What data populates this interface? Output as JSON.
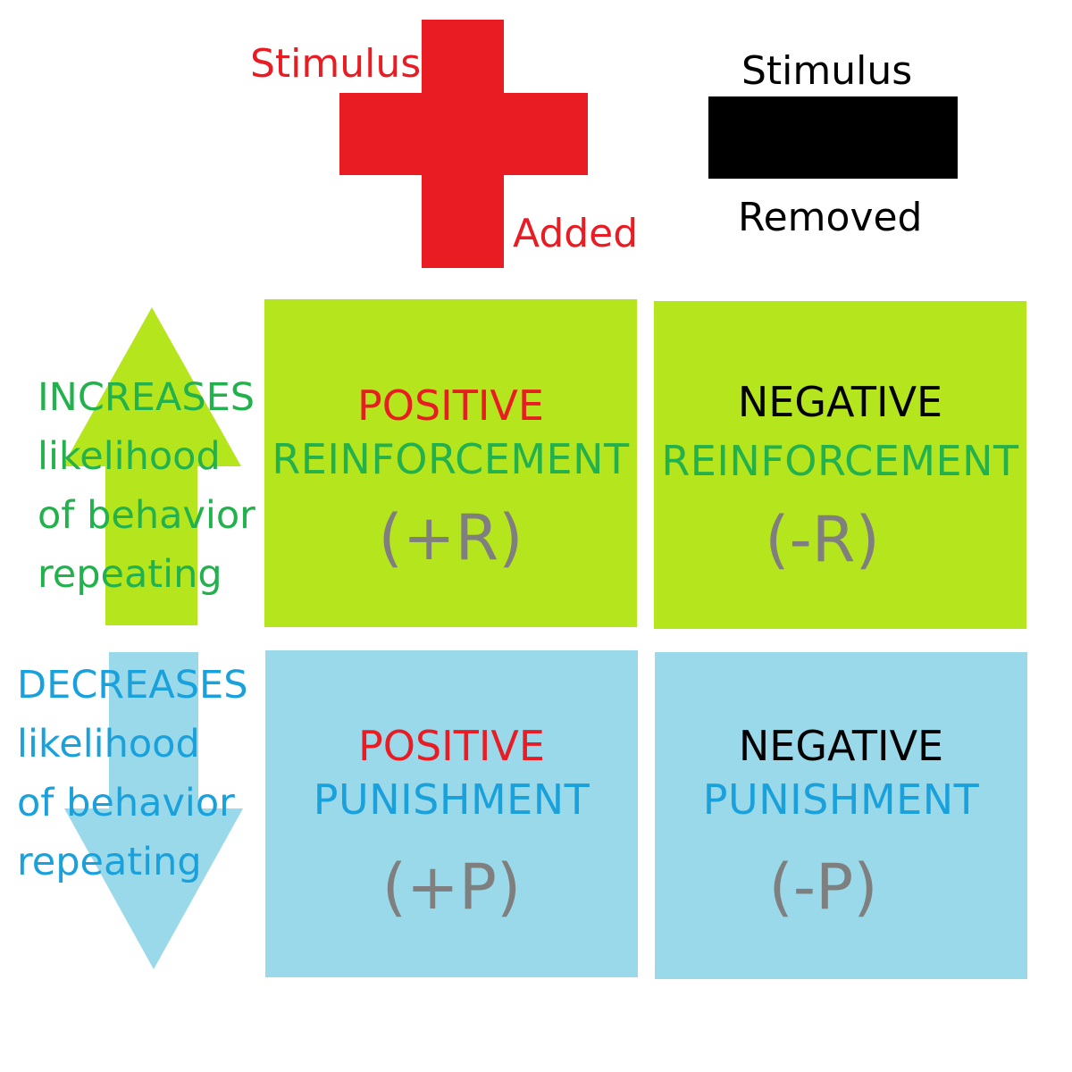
{
  "colors": {
    "red": "#e91c24",
    "black": "#000000",
    "green_box": "#b5e51d",
    "blue_box": "#99d9ea",
    "green_text": "#22b14c",
    "blue_text": "#1aa1dc",
    "gray_text": "#7f7f7f"
  },
  "header": {
    "added": {
      "word1": "Stimulus",
      "word2": "Added",
      "icon": "plus-icon"
    },
    "removed": {
      "word1": "Stimulus",
      "word2": "Removed",
      "icon": "minus-icon"
    }
  },
  "side": {
    "increases": {
      "lines": [
        "INCREASES",
        "likelihood",
        "of behavior",
        "repeating"
      ],
      "icon": "up-arrow-icon"
    },
    "decreases": {
      "lines": [
        "DECREASES",
        "likelihood",
        "of behavior",
        "repeating"
      ],
      "icon": "down-arrow-icon"
    }
  },
  "quadrants": {
    "positive_reinforcement": {
      "line1": "POSITIVE",
      "line2": "REINFORCEMENT",
      "abbr": "(+R)"
    },
    "negative_reinforcement": {
      "line1": "NEGATIVE",
      "line2": "REINFORCEMENT",
      "abbr": "(-R)"
    },
    "positive_punishment": {
      "line1": "POSITIVE",
      "line2": "PUNISHMENT",
      "abbr": "(+P)"
    },
    "negative_punishment": {
      "line1": "NEGATIVE",
      "line2": "PUNISHMENT",
      "abbr": "(-P)"
    }
  }
}
